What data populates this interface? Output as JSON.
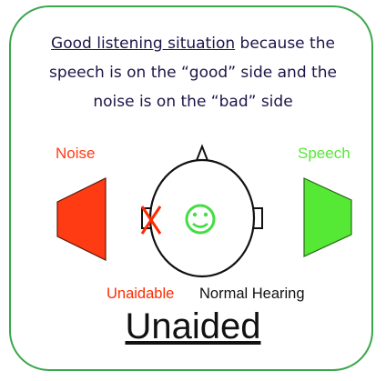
{
  "description": {
    "lead": "Good listening situation",
    "rest_line1": " because the",
    "line2": "speech is on the “good” side and the",
    "line3": "noise is on the “bad” side"
  },
  "labels": {
    "noise": "Noise",
    "speech": "Speech",
    "unaidable": "Unaidable",
    "normal_hearing": "Normal Hearing"
  },
  "title": "Unaided",
  "colors": {
    "border": "#3aa64b",
    "noise": "#ff3b14",
    "speech": "#55e834",
    "smiley": "#44dd44",
    "x_mark": "#ff2a00"
  }
}
